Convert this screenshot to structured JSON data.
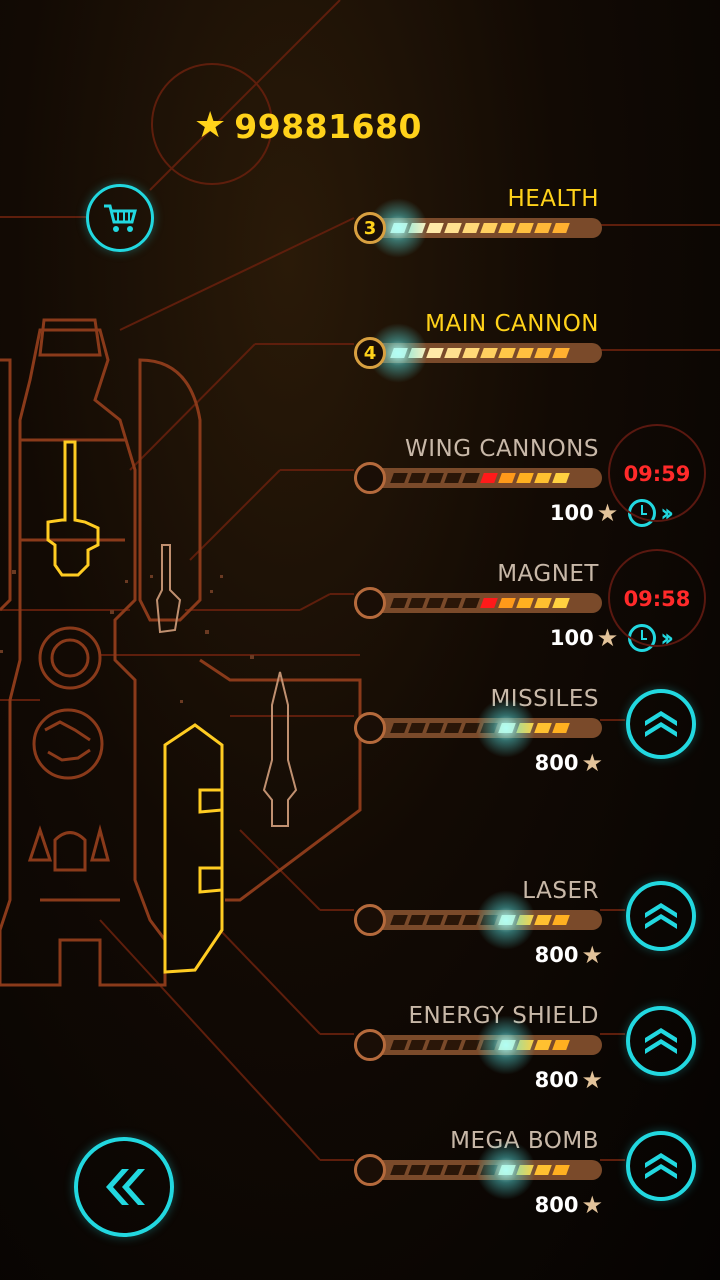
{
  "currency": {
    "amount": "99881680",
    "star_icon": "star-icon"
  },
  "shop_button": {
    "icon": "cart-icon"
  },
  "back_button": {
    "icon": "double-chevron-left-icon"
  },
  "colors": {
    "accent": "#22d8e0",
    "gold": "#ffd21a",
    "circuit": "#7a2a12",
    "timer": "#ff2a2a",
    "cost_star": "#e3c39a"
  },
  "upgrades": [
    {
      "name": "HEALTH",
      "level": "3",
      "label_color": "#ffd21a",
      "segments": [
        "#fff6d6",
        "#fff0c0",
        "#ffe9a8",
        "#ffe090",
        "#ffd878",
        "#ffd060",
        "#ffc848",
        "#ffc040",
        "#ffb838",
        "#ffb030"
      ],
      "glow_at": 0
    },
    {
      "name": "MAIN CANNON",
      "level": "4",
      "label_color": "#ffd21a",
      "segments": [
        "#fff6d6",
        "#fff0c0",
        "#ffe9a8",
        "#ffe090",
        "#ffd878",
        "#ffd060",
        "#ffc848",
        "#ffc040",
        "#ffb838",
        "#ffb030"
      ],
      "glow_at": 0
    },
    {
      "name": "WING CANNONS",
      "level": "",
      "label_color": "#c8b8a8",
      "segments": [
        "#2a1608",
        "#2a1608",
        "#2a1608",
        "#2a1608",
        "#2a1608",
        "#ff1a1a",
        "#ff9a1a",
        "#ffb020",
        "#ffc030",
        "#ffd040"
      ],
      "cost": "100",
      "timer": "09:59"
    },
    {
      "name": "MAGNET",
      "level": "",
      "label_color": "#c8b8a8",
      "segments": [
        "#2a1608",
        "#2a1608",
        "#2a1608",
        "#2a1608",
        "#2a1608",
        "#ff1a1a",
        "#ff9a1a",
        "#ffb020",
        "#ffc030",
        "#ffd040"
      ],
      "cost": "100",
      "timer": "09:58"
    },
    {
      "name": "MISSILES",
      "level": "",
      "label_color": "#c8b8a8",
      "segments": [
        "#2a1608",
        "#2a1608",
        "#2a1608",
        "#2a1608",
        "#2a1608",
        "#2a1608",
        "#fff2c0",
        "#ffd040",
        "#ffc030",
        "#ffb020"
      ],
      "cost": "800",
      "glow_at": 6
    },
    {
      "name": "LASER",
      "level": "",
      "label_color": "#c8b8a8",
      "segments": [
        "#2a1608",
        "#2a1608",
        "#2a1608",
        "#2a1608",
        "#2a1608",
        "#2a1608",
        "#fff2c0",
        "#ffd040",
        "#ffc030",
        "#ffb020"
      ],
      "cost": "800",
      "glow_at": 6
    },
    {
      "name": "ENERGY SHIELD",
      "level": "",
      "label_color": "#c8b8a8",
      "segments": [
        "#2a1608",
        "#2a1608",
        "#2a1608",
        "#2a1608",
        "#2a1608",
        "#2a1608",
        "#fff2c0",
        "#ffd040",
        "#ffc030",
        "#ffb020"
      ],
      "cost": "800",
      "glow_at": 6
    },
    {
      "name": "MEGA BOMB",
      "level": "",
      "label_color": "#c8b8a8",
      "segments": [
        "#2a1608",
        "#2a1608",
        "#2a1608",
        "#2a1608",
        "#2a1608",
        "#2a1608",
        "#fff2c0",
        "#ffd040",
        "#ffc030",
        "#ffb020"
      ],
      "cost": "800",
      "glow_at": 6
    }
  ]
}
